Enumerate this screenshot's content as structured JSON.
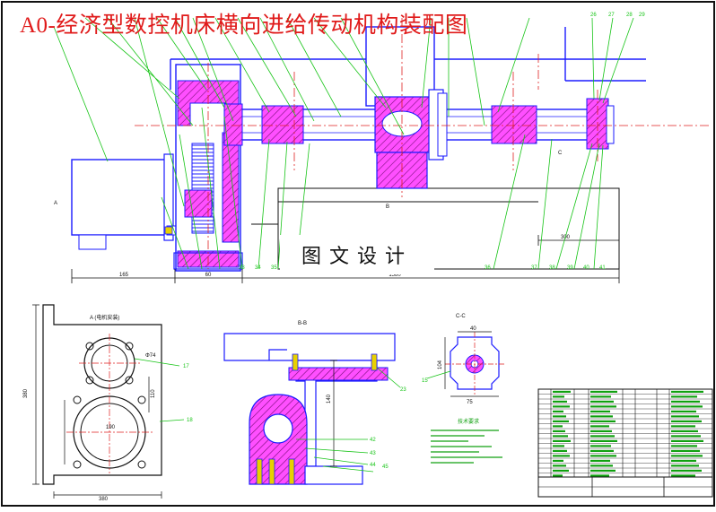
{
  "title": "A0-经济型数控机床横向进给传动机构装配图",
  "watermark": "图文设计",
  "colors": {
    "line": "#1b1bff",
    "part": "#ff4fff",
    "hatch": "#7a0f7a",
    "leader": "#17c417",
    "centerline": "#e02020",
    "dimension": "#101010",
    "note": "#10a010",
    "bolt_head": "#e8d000",
    "sheet_border": "#101010"
  },
  "section_labels": {
    "view_a": "A (电机安装)",
    "section_bb": "B-B",
    "section_cc": "C-C"
  },
  "cut_markers": {
    "a": "A",
    "b": "B",
    "c": "C"
  },
  "dimensions": {
    "overall_length": "1580",
    "motor_width": "165",
    "end_length": "60",
    "bracket_height": "380",
    "bracket_width": "380",
    "circle_dia": "Φ74",
    "flange_width": "190",
    "flange_height": "110",
    "bb_height": "140",
    "cc_width_top": "40",
    "cc_height": "104",
    "cc_width_bottom": "75",
    "stroke": "300"
  },
  "balloons": {
    "top": [
      "26",
      "27",
      "28",
      "29"
    ],
    "bottom": [
      "33",
      "34",
      "35",
      "36",
      "37",
      "38",
      "39",
      "40",
      "41"
    ],
    "view_a": [
      "17",
      "18"
    ],
    "section_bb": [
      "23",
      "42",
      "43",
      "44",
      "45"
    ],
    "section_cc": [
      "15"
    ]
  },
  "notes_title": "技术要求"
}
